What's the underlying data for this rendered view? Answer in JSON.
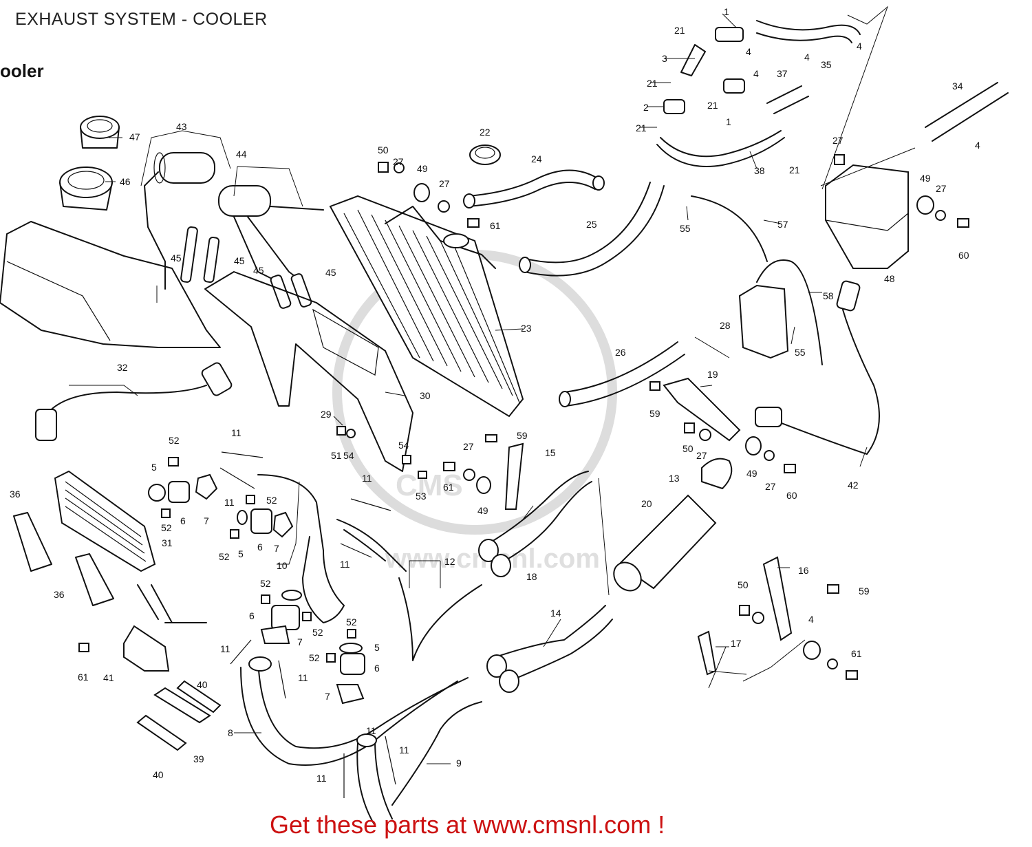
{
  "header": {
    "title": "EXHAUST SYSTEM - COOLER"
  },
  "section": {
    "title": "ooler"
  },
  "footer": {
    "link_text": "Get these parts at www.cmsnl.com !",
    "color": "#cc1111"
  },
  "watermark": {
    "text": "www.cmsnl.com",
    "logo_text": "CMS"
  },
  "diagram": {
    "part_labels": [
      "1",
      "1",
      "2",
      "3",
      "4",
      "4",
      "4",
      "4",
      "4",
      "4",
      "5",
      "5",
      "5",
      "6",
      "6",
      "6",
      "6",
      "7",
      "7",
      "7",
      "7",
      "8",
      "9",
      "10",
      "11",
      "11",
      "11",
      "11",
      "11",
      "11",
      "11",
      "11",
      "11",
      "12",
      "13",
      "14",
      "15",
      "16",
      "17",
      "18",
      "19",
      "20",
      "21",
      "21",
      "21",
      "21",
      "21",
      "22",
      "23",
      "24",
      "25",
      "26",
      "27",
      "27",
      "27",
      "27",
      "27",
      "27",
      "27",
      "28",
      "29",
      "30",
      "31",
      "32",
      "34",
      "35",
      "36",
      "36",
      "37",
      "38",
      "39",
      "40",
      "40",
      "41",
      "42",
      "43",
      "44",
      "45",
      "45",
      "45",
      "45",
      "46",
      "47",
      "48",
      "49",
      "49",
      "49",
      "49",
      "50",
      "50",
      "50",
      "51",
      "52",
      "52",
      "52",
      "52",
      "52",
      "52",
      "52",
      "52",
      "53",
      "54",
      "54",
      "55",
      "55",
      "57",
      "58",
      "59",
      "59",
      "59",
      "60",
      "60",
      "61",
      "61",
      "61",
      "61"
    ]
  }
}
